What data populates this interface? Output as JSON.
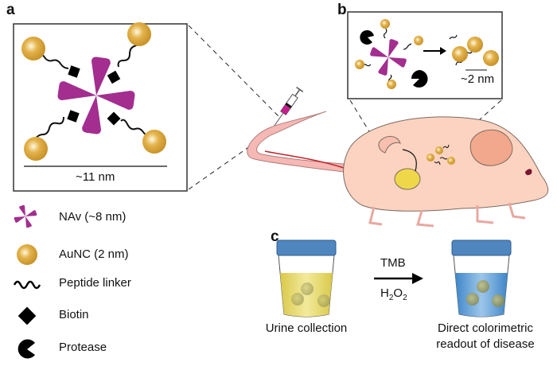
{
  "panels": {
    "a": {
      "label": "a",
      "scale_label": "~11 nm"
    },
    "b": {
      "label": "b",
      "scale_label": "~2 nm"
    },
    "c": {
      "label": "c",
      "left_caption": "Urine collection",
      "reagent_top": "TMB",
      "reagent_bottom_H": "H",
      "reagent_bottom_sub1": "2",
      "reagent_bottom_O": "O",
      "reagent_bottom_sub2": "2",
      "right_caption_line1": "Direct colorimetric",
      "right_caption_line2": "readout of disease"
    }
  },
  "legend": [
    {
      "icon": "navidin-icon",
      "label": "NAv (~8 nm)"
    },
    {
      "icon": "gold-nanocluster-icon",
      "label": "AuNC (2 nm)"
    },
    {
      "icon": "peptide-linker-icon",
      "label": "Peptide linker"
    },
    {
      "icon": "biotin-icon",
      "label": "Biotin"
    },
    {
      "icon": "protease-icon",
      "label": "Protease"
    }
  ],
  "colors": {
    "navidin": "#a32e8f",
    "gold": "#d9a83a",
    "mouse": "#fbd3c0",
    "urine": "#eee08a",
    "blue_liquid": "#6fa7d6",
    "cap": "#4f86bf"
  }
}
